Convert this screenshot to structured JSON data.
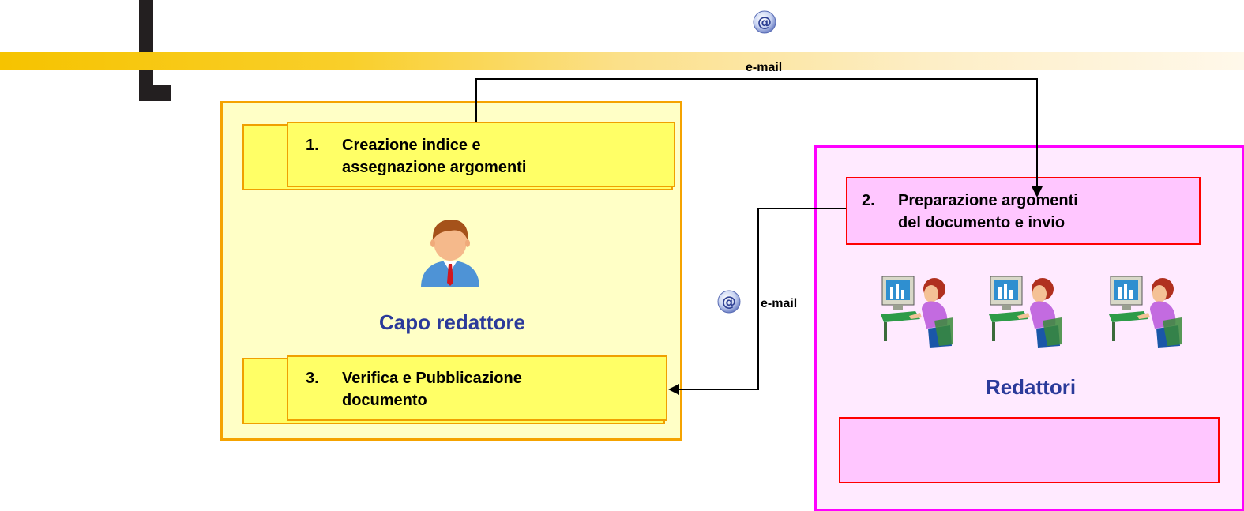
{
  "email": {
    "top_label": "e-mail",
    "mid_label": "e-mail",
    "icon": "at-sign-icon"
  },
  "capo_panel": {
    "role_label": "Capo redattore",
    "step1": {
      "number": "1.",
      "label": "Creazione indice e\nassegnazione argomenti"
    },
    "step3": {
      "number": "3.",
      "label": "Verifica e Pubblicazione\ndocumento"
    }
  },
  "redattori_panel": {
    "role_label": "Redattori",
    "step2": {
      "number": "2.",
      "label": "Preparazione argomenti\ndel documento e invio"
    }
  },
  "colors": {
    "capo_border": "#f5a300",
    "capo_fill": "#ffffc6",
    "step_fill": "#ffff66",
    "redattori_border": "#ff00ff",
    "redattori_fill": "#ffeaff",
    "step2_border": "#ff0000",
    "role_text": "#2b3a9a"
  }
}
